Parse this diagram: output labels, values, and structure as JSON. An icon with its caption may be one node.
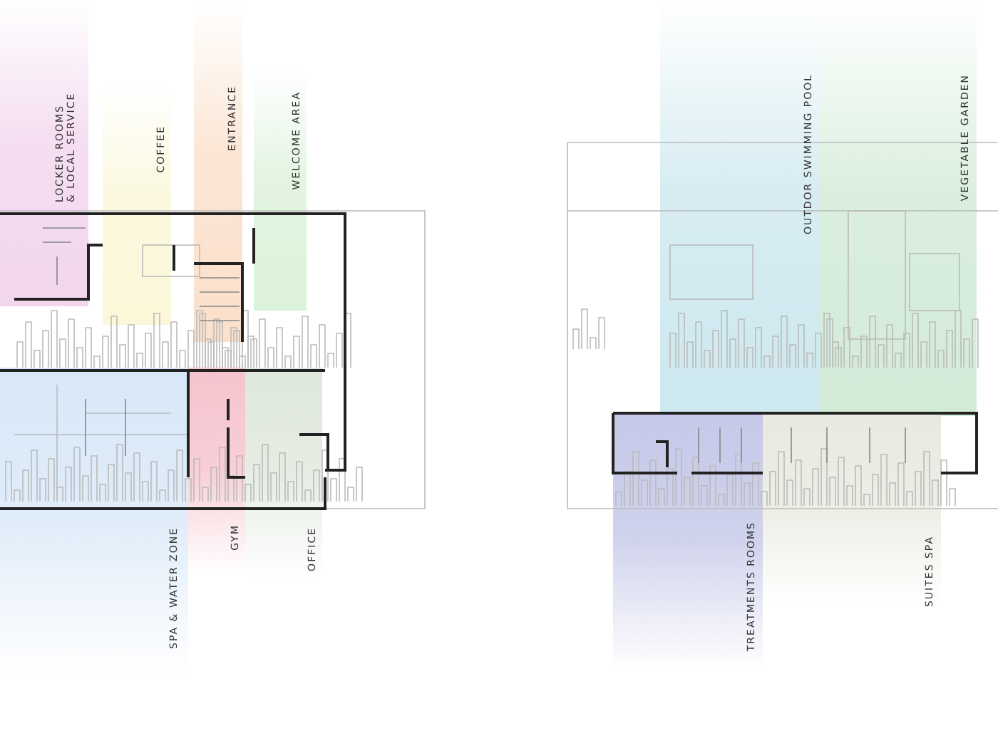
{
  "diagram": {
    "nodes": [
      {
        "text": [
          "LOCKER ROOMS & LOCAL SERVICE"
        ]
      },
      {
        "text": [
          "COFFEE"
        ]
      },
      {
        "text": [
          "ENTRANCE"
        ]
      },
      {
        "text": [
          "WELCOME AREA"
        ]
      },
      {
        "text": [
          "SPA & WATER ZONE"
        ]
      },
      {
        "text": [
          "GYM"
        ]
      },
      {
        "text": [
          "OFFICE"
        ]
      },
      {
        "text": [
          "OUTDOR SWIMMING POOL"
        ]
      },
      {
        "text": [
          "VEGETABLE GARDEN"
        ]
      },
      {
        "text": [
          "TREATMENTS ROOMS"
        ]
      },
      {
        "text": [
          "SUITES SPA"
        ]
      }
    ]
  }
}
